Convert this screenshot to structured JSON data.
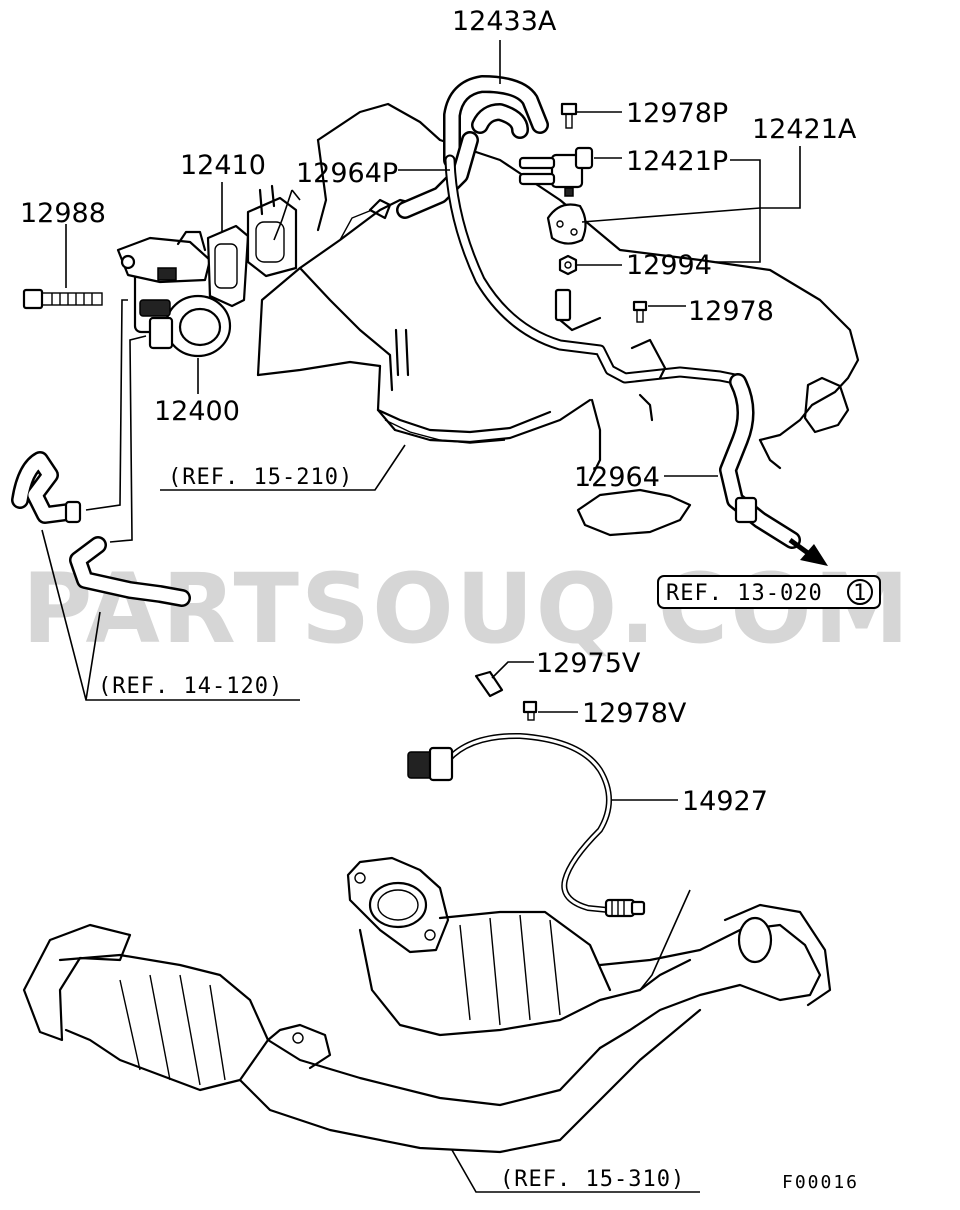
{
  "watermark": "PARTSOUQ.COM",
  "figure_code": "F00016",
  "part_labels": {
    "p12433A": "12433A",
    "p12978P": "12978P",
    "p12421A": "12421A",
    "p12421P": "12421P",
    "p12410": "12410",
    "p12964P": "12964P",
    "p12988": "12988",
    "p12994": "12994",
    "p12978": "12978",
    "p12400": "12400",
    "p12964": "12964",
    "p12975V": "12975V",
    "p12978V": "12978V",
    "p14927": "14927"
  },
  "references": {
    "ref_15_210": "(REF. 15-210)",
    "ref_13_020": "REF. 13-020",
    "ref_13_020_index": "1",
    "ref_14_120": "(REF. 14-120)",
    "ref_15_310": "(REF. 15-310)"
  }
}
